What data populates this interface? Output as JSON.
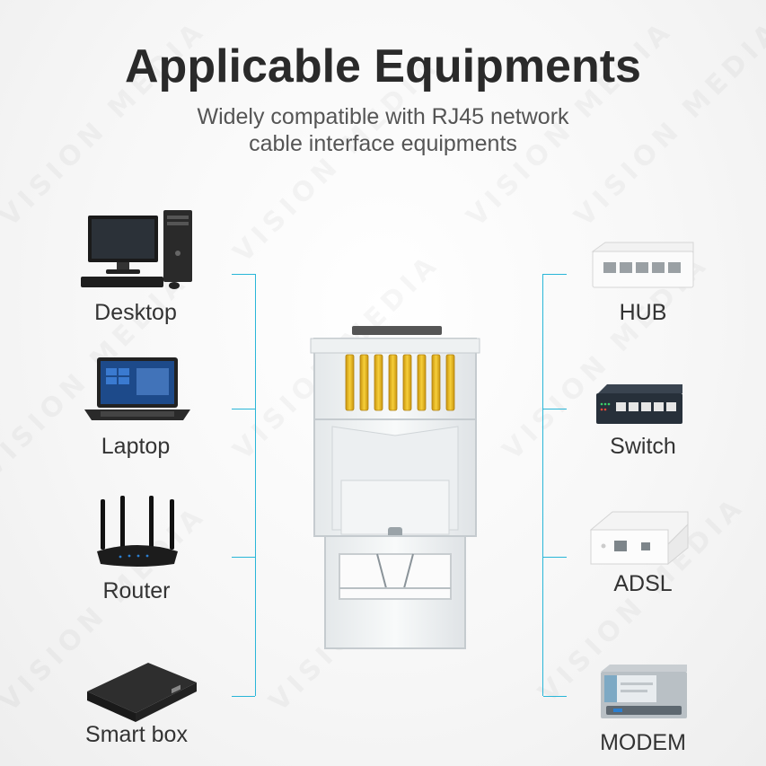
{
  "header": {
    "title": "Applicable Equipments",
    "subtitle_line1": "Widely compatible with RJ45 network",
    "subtitle_line2": "cable interface equipments"
  },
  "left_devices": [
    {
      "label": "Desktop",
      "icon": "desktop-computer-icon"
    },
    {
      "label": "Laptop",
      "icon": "laptop-icon"
    },
    {
      "label": "Router",
      "icon": "wifi-router-icon"
    },
    {
      "label": "Smart box",
      "icon": "smart-box-icon"
    }
  ],
  "right_devices": [
    {
      "label": "HUB",
      "icon": "hub-icon"
    },
    {
      "label": "Switch",
      "icon": "network-switch-icon"
    },
    {
      "label": "ADSL",
      "icon": "adsl-modem-icon"
    },
    {
      "label": "MODEM",
      "icon": "modem-icon"
    }
  ],
  "watermark": "VISION MEDIA",
  "colors": {
    "accent": "#29b6d8",
    "gold_pin": "#e9b81e",
    "title": "#2a2a2a"
  }
}
